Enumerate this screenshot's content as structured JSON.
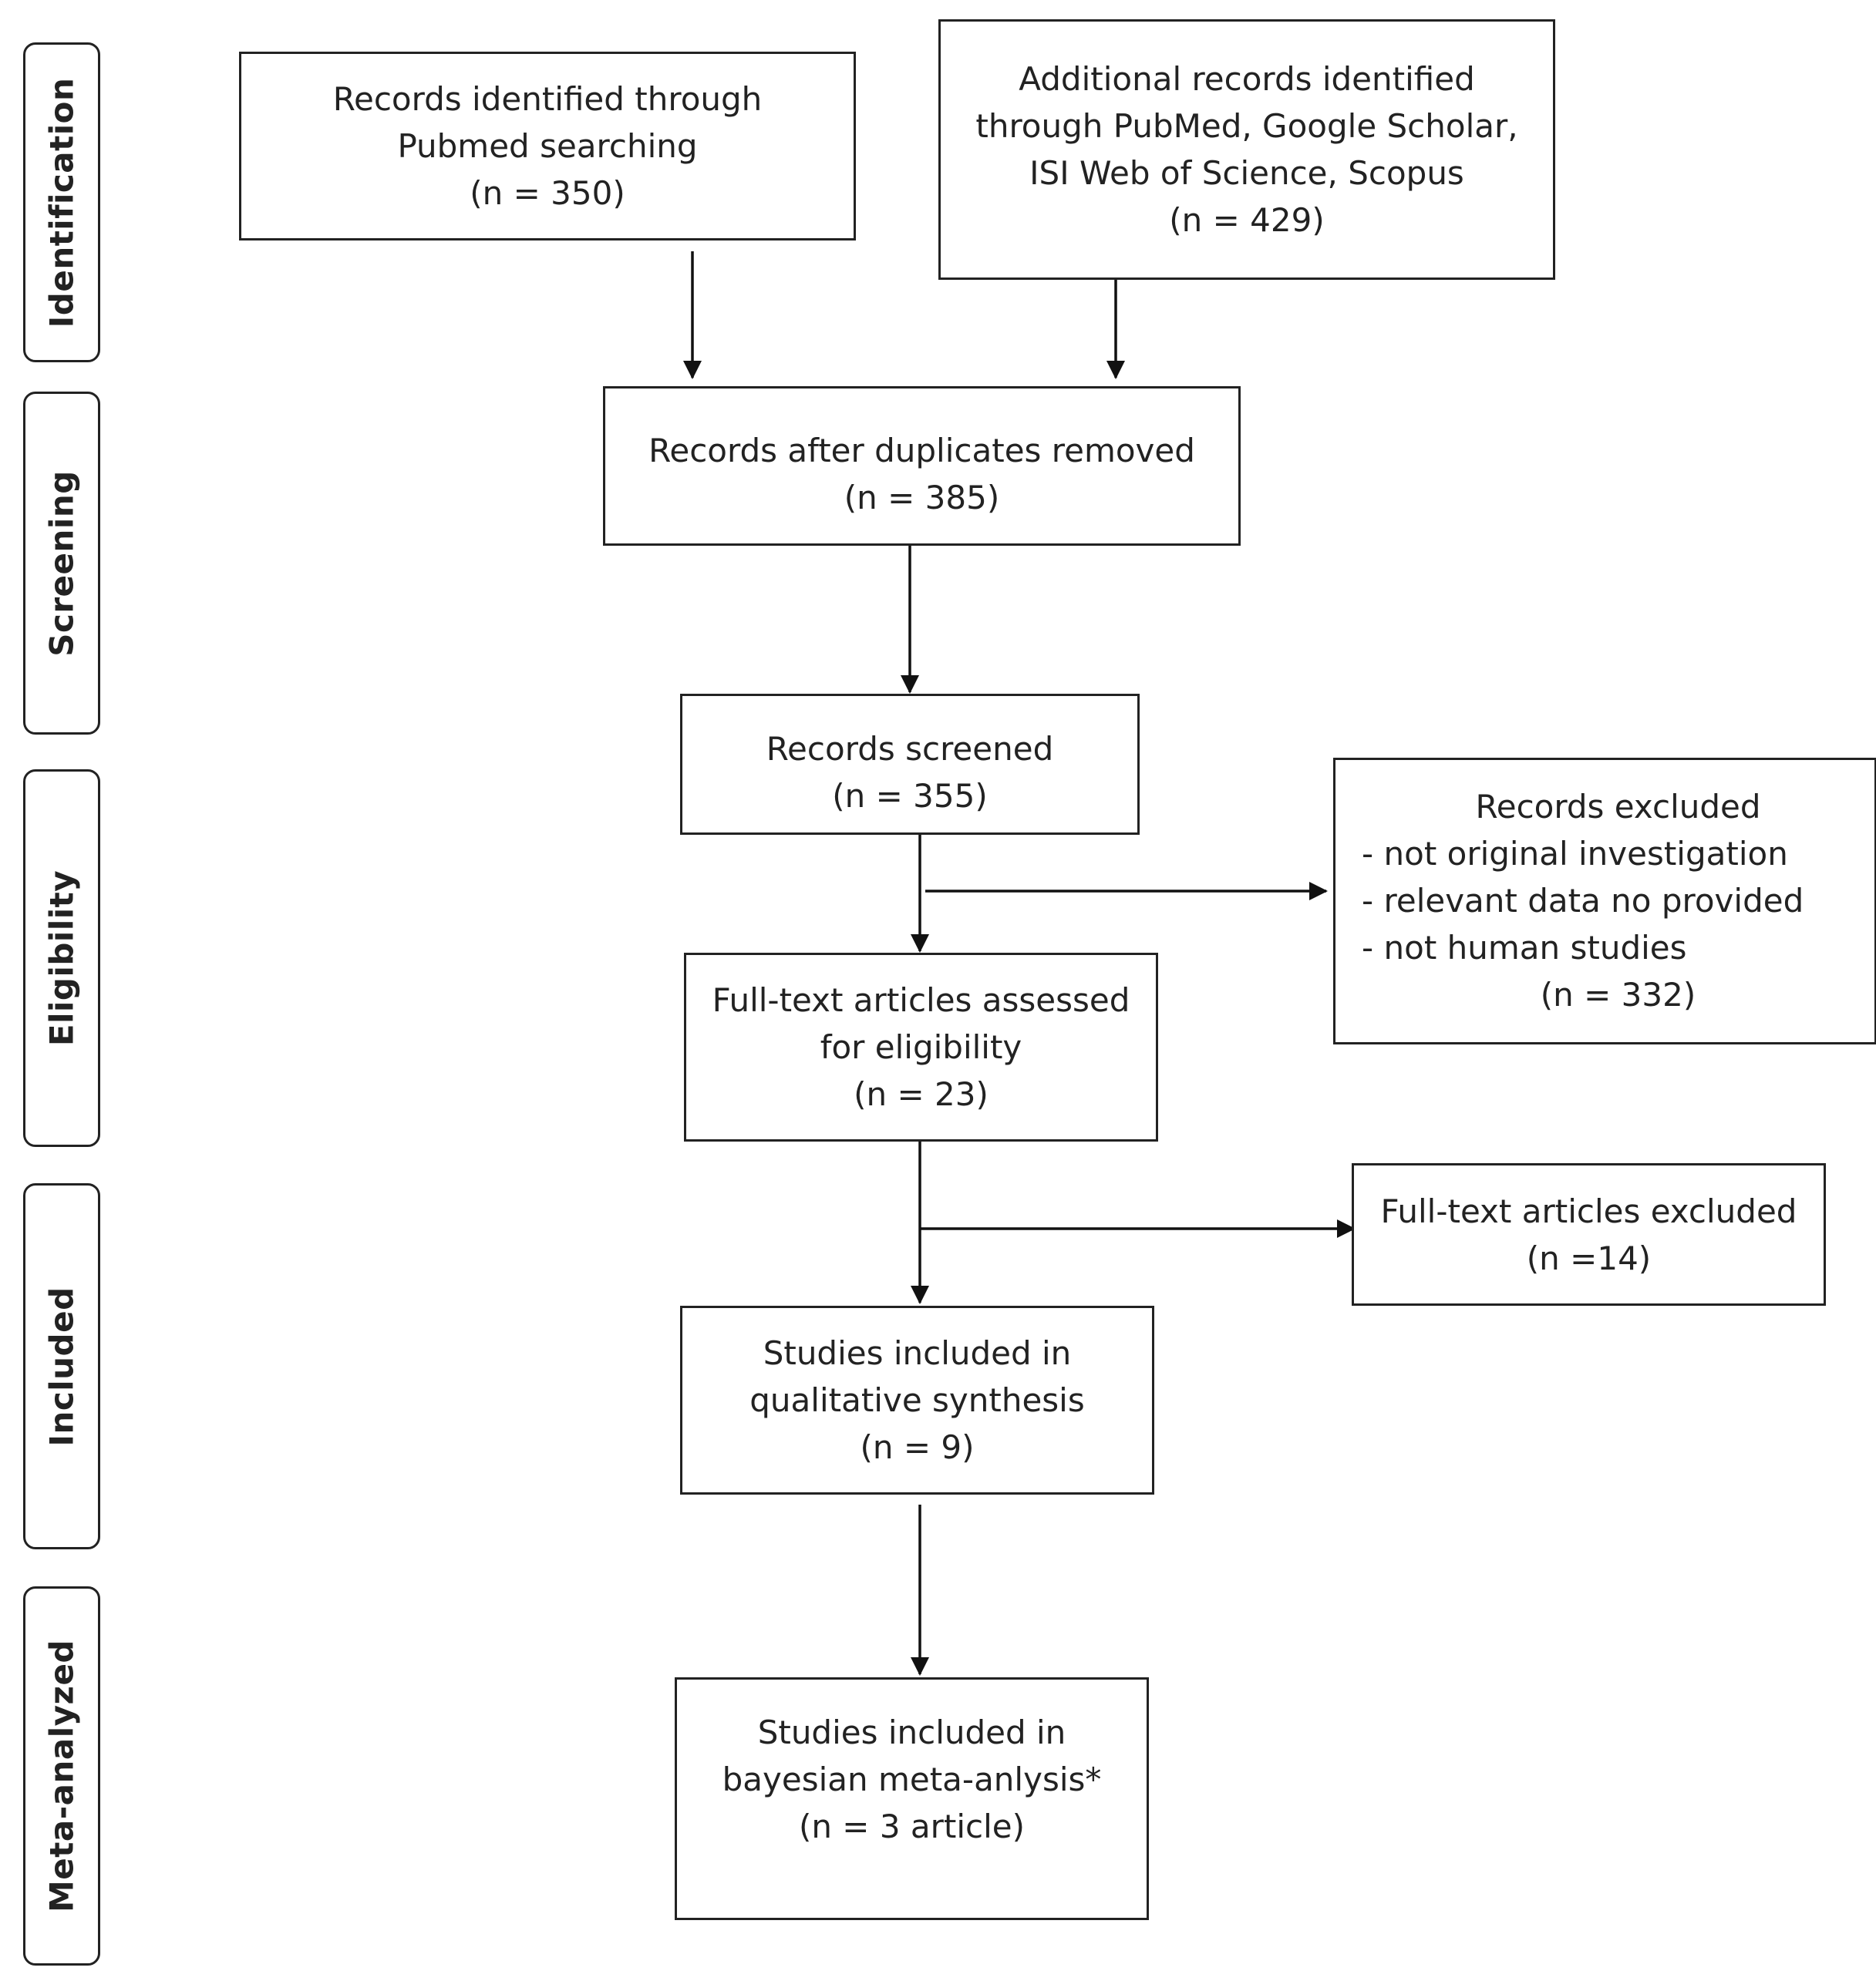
{
  "phases": [
    {
      "id": "identification",
      "label": "Identification"
    },
    {
      "id": "screening",
      "label": "Screening"
    },
    {
      "id": "eligibility",
      "label": "Eligibility"
    },
    {
      "id": "included",
      "label": "Included"
    },
    {
      "id": "meta-analyzed",
      "label": "Meta-analyzed"
    }
  ],
  "boxes": {
    "pubmed": {
      "line1": "Records identified through",
      "line2": "Pubmed searching",
      "count": "(n = 350)"
    },
    "additional": {
      "line1": "Additional records identified",
      "line2": "through PubMed, Google Scholar,",
      "line3": "ISI Web of Science, Scopus",
      "count": "(n = 429)"
    },
    "deduplicated": {
      "line1": "Records after duplicates removed",
      "count": "(n = 385)"
    },
    "screened": {
      "line1": "Records screened",
      "count": "(n = 355)"
    },
    "records_excluded": {
      "title": "Records excluded",
      "reasons": [
        "- not original investigation",
        "- relevant data no provided",
        "- not human studies"
      ],
      "count": "(n = 332)"
    },
    "fulltext": {
      "line1": "Full-text articles assessed",
      "line2": "for eligibility",
      "count": "(n = 23)"
    },
    "fulltext_excluded": {
      "line1": "Full-text articles excluded",
      "count": "(n =14)"
    },
    "qualitative": {
      "line1": "Studies included in",
      "line2": "qualitative synthesis",
      "count": "(n = 9)"
    },
    "bayesian": {
      "line1": "Studies included in",
      "line2": "bayesian meta-anlysis*",
      "count": "(n = 3 article)"
    }
  }
}
